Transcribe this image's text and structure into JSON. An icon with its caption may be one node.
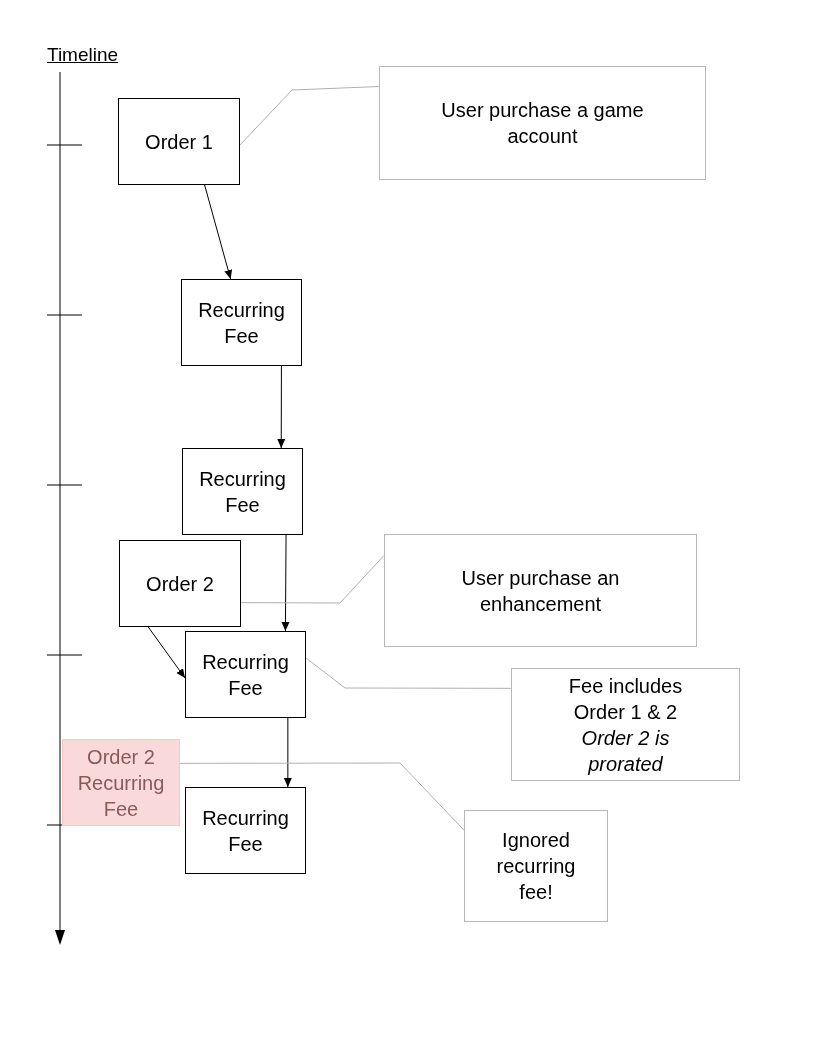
{
  "diagram": {
    "nodes": [
      {
        "text": [
          "Order 1"
        ]
      },
      {
        "text": [
          "User purchase a game account"
        ]
      },
      {
        "text": [
          "Recurring Fee"
        ]
      },
      {
        "text": [
          "Recurring Fee"
        ]
      },
      {
        "text": [
          "Order 2"
        ]
      },
      {
        "text": [
          "User purchase an enhancement"
        ]
      },
      {
        "text": [
          "Recurring Fee"
        ]
      },
      {
        "text": [
          "Fee includes Order 1 & 2",
          "*Order 2 is prorated*"
        ]
      },
      {
        "text": [
          "Order 2 Recurring Fee"
        ]
      },
      {
        "text": [
          "Recurring Fee"
        ]
      },
      {
        "text": [
          "Ignored recurring fee!"
        ]
      }
    ],
    "edges": [
      {
        "from": 0,
        "to": 2,
        "arrow": "to"
      },
      {
        "from": 2,
        "to": 3,
        "arrow": "to"
      },
      {
        "from": 3,
        "to": 6,
        "arrow": "to"
      },
      {
        "from": 4,
        "to": 6,
        "arrow": "to"
      },
      {
        "from": 6,
        "to": 9,
        "arrow": "to"
      },
      {
        "from": 1,
        "to": 0,
        "arrow": "none",
        "color": "#b0b0b0"
      },
      {
        "from": 5,
        "to": 4,
        "arrow": "none",
        "color": "#b0b0b0"
      },
      {
        "from": 7,
        "to": 6,
        "arrow": "none",
        "color": "#b0b0b0"
      },
      {
        "from": 10,
        "to": 8,
        "arrow": "none",
        "color": "#b0b0b0"
      }
    ],
    "labels": [
      "Timeline"
    ]
  }
}
